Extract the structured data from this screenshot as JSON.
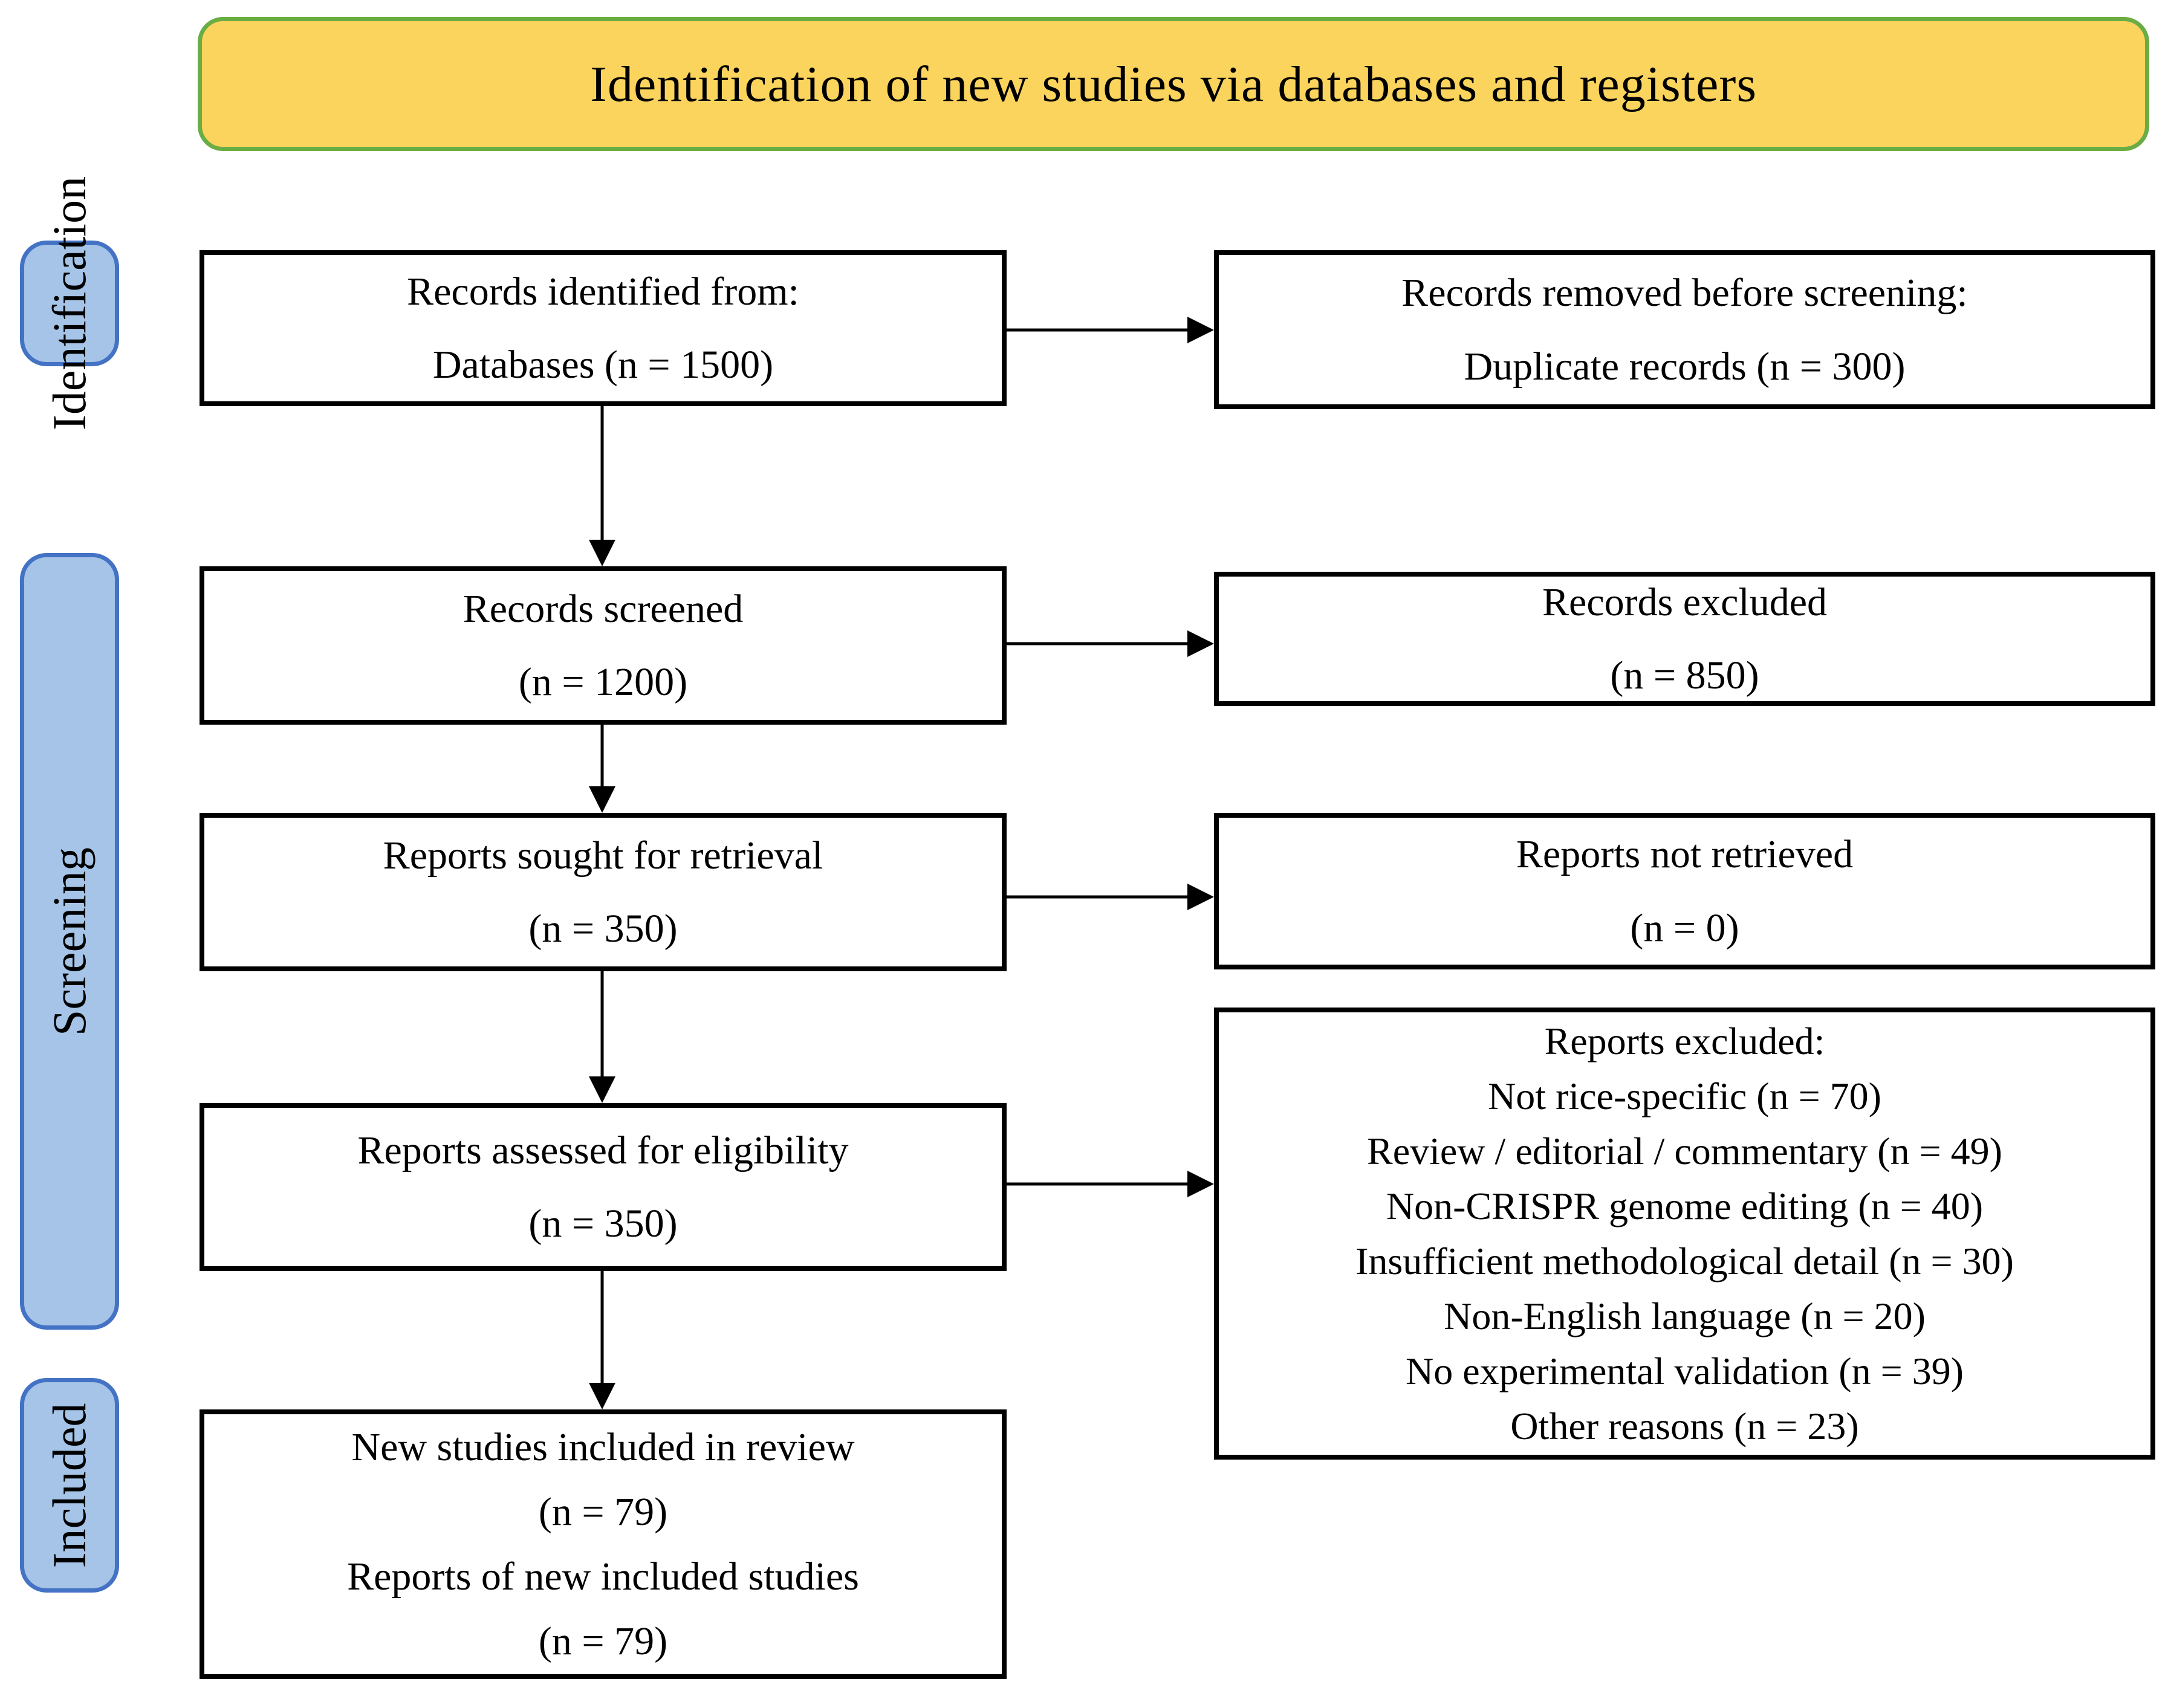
{
  "header": {
    "title": "Identification of new studies via databases and registers"
  },
  "sidebar": [
    {
      "id": "identification",
      "label": "Identification"
    },
    {
      "id": "screening",
      "label": "Screening"
    },
    {
      "id": "included",
      "label": "Included"
    }
  ],
  "flow": {
    "records_identified": {
      "lines": [
        "Records identified from:",
        "Databases (n = 1500)"
      ]
    },
    "records_removed": {
      "lines": [
        "Records removed before screening:",
        "Duplicate records (n = 300)"
      ]
    },
    "records_screened": {
      "lines": [
        "Records screened",
        "(n = 1200)"
      ]
    },
    "records_excluded": {
      "lines": [
        "Records excluded",
        "(n = 850)"
      ]
    },
    "reports_sought": {
      "lines": [
        "Reports sought for retrieval",
        "(n = 350)"
      ]
    },
    "reports_not_retrieved": {
      "lines": [
        "Reports not retrieved",
        "(n = 0)"
      ]
    },
    "reports_assessed": {
      "lines": [
        "Reports assessed for eligibility",
        "(n = 350)"
      ]
    },
    "reports_excluded": {
      "lines": [
        "Reports excluded:",
        "Not rice-specific (n = 70)",
        "Review / editorial / commentary (n = 49)",
        "Non-CRISPR genome editing (n = 40)",
        "Insufficient methodological detail (n = 30)",
        "Non-English language (n = 20)",
        "No experimental validation (n = 39)",
        "Other reasons (n = 23)"
      ]
    },
    "studies_included": {
      "lines": [
        "New studies included in review",
        "(n = 79)",
        "Reports of new included studies",
        "(n = 79)"
      ]
    }
  },
  "colors": {
    "header_fill": "#FBD45D",
    "header_border": "#6BAD45",
    "stage_fill": "#A5C4E7",
    "stage_border": "#4472C4",
    "box_border": "#000000",
    "arrow": "#000000",
    "background": "#ffffff"
  }
}
